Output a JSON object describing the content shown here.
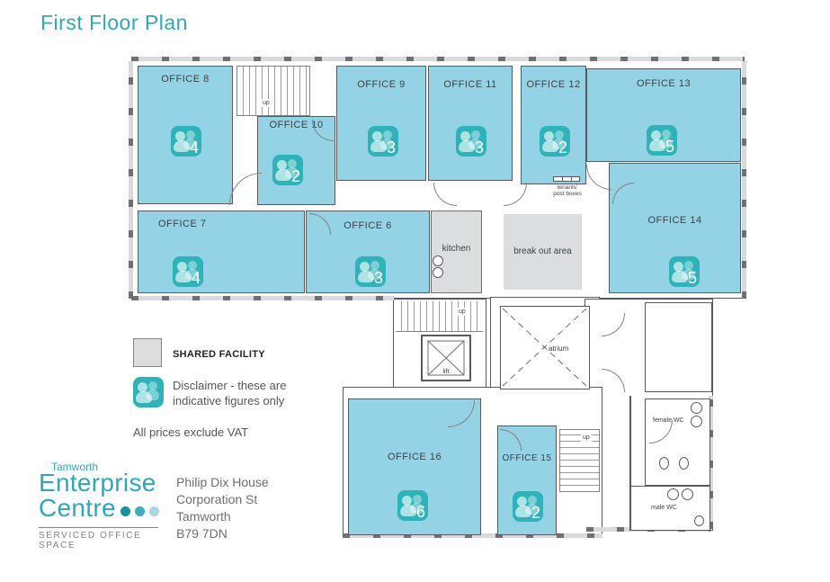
{
  "title": "First Floor Plan",
  "offices": [
    {
      "label": "OFFICE 8",
      "capacity": 4
    },
    {
      "label": "OFFICE 9",
      "capacity": 3
    },
    {
      "label": "OFFICE 10",
      "capacity": 2
    },
    {
      "label": "OFFICE 11",
      "capacity": 3
    },
    {
      "label": "OFFICE 12",
      "capacity": 2
    },
    {
      "label": "OFFICE 13",
      "capacity": 5
    },
    {
      "label": "OFFICE 14",
      "capacity": 5
    },
    {
      "label": "OFFICE 7",
      "capacity": 4
    },
    {
      "label": "OFFICE 6",
      "capacity": 3
    },
    {
      "label": "OFFICE 16",
      "capacity": 6
    },
    {
      "label": "OFFICE 15",
      "capacity": 2
    }
  ],
  "shared_rooms": {
    "kitchen": "kitchen",
    "breakout": "break out area"
  },
  "plan_labels": {
    "lift": "lift",
    "atrium": "atrium",
    "up": "up",
    "female_wc": "female WC",
    "male_wc": "male WC",
    "post_boxes_line1": "tenants'",
    "post_boxes_line2": "post boxes"
  },
  "legend": {
    "shared_facility": "SHARED FACILITY",
    "disclaimer": "Disclaimer - these are indicative figures only",
    "vat_note": "All prices exclude VAT"
  },
  "logo": {
    "city": "Tamworth",
    "name_line1": "Enterprise",
    "name_line2": "Centre",
    "tagline": "SERVICED OFFICE SPACE"
  },
  "address": {
    "line1": "Philip Dix House",
    "line2": "Corporation St",
    "line3": "Tamworth",
    "line4": "B79 7DN"
  },
  "colors": {
    "teal": "#2BA9B9",
    "office_fill": "#93D3E5",
    "icon_bg": "#2CB4B9",
    "shared_fill": "#DCDDDE",
    "wall": "#58595B",
    "dot1": "#17929F",
    "dot2": "#3FAEBE",
    "dot3": "#A7D7E1"
  }
}
